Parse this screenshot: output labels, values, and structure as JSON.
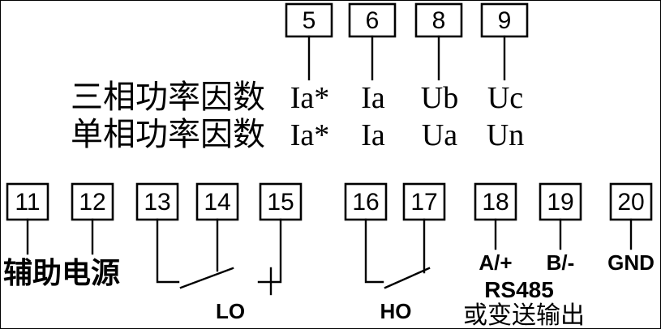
{
  "top_section": {
    "terminals": [
      "5",
      "6",
      "8",
      "9"
    ],
    "row_three_phase": {
      "label": "三相功率因数",
      "signals": [
        "Ia*",
        "Ia",
        "Ub",
        "Uc"
      ]
    },
    "row_single_phase": {
      "label": "单相功率因数",
      "signals": [
        "Ia*",
        "Ia",
        "Ua",
        "Un"
      ]
    }
  },
  "bottom_section": {
    "terminals": [
      "11",
      "12",
      "13",
      "14",
      "15",
      "16",
      "17",
      "18",
      "19",
      "20"
    ],
    "aux_power_label": "辅助电源",
    "relay_lo_label": "LO",
    "relay_ho_label": "HO",
    "rs485": {
      "a_label": "A/+",
      "b_label": "B/-",
      "name": "RS485",
      "alt_label": "或变送输出"
    },
    "gnd_label": "GND"
  },
  "colors": {
    "line": "#000000",
    "background": "#ffffff"
  }
}
